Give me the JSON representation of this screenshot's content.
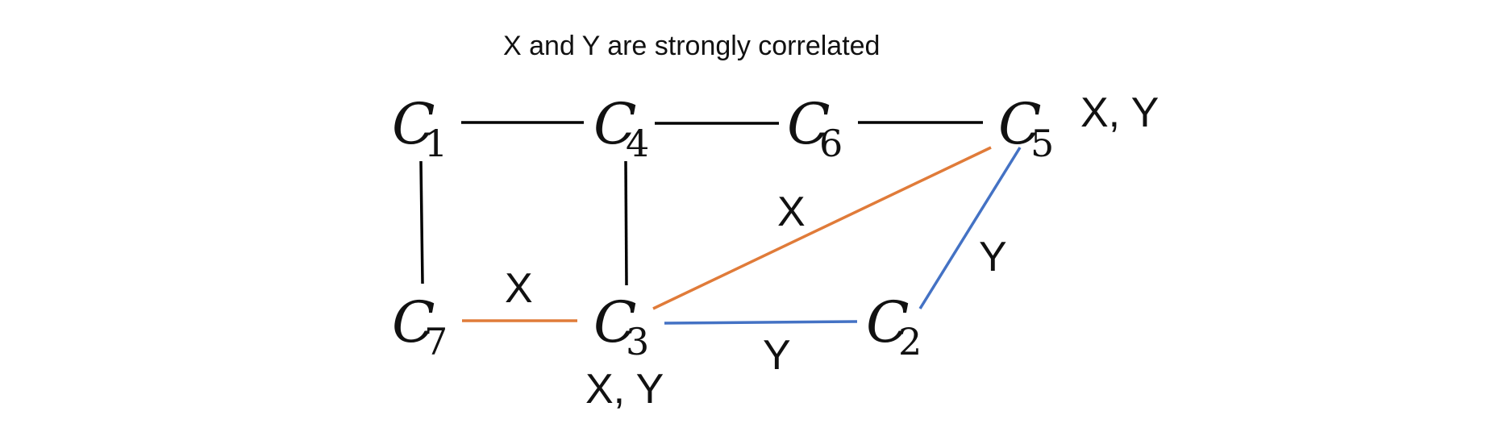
{
  "title": "X and Y are strongly correlated",
  "colors": {
    "plain": "#000000",
    "x_edge": "#E07B39",
    "y_edge": "#4472C4"
  },
  "nodes": {
    "c1": {
      "letter": "C",
      "sub": "1"
    },
    "c4": {
      "letter": "C",
      "sub": "4"
    },
    "c6": {
      "letter": "C",
      "sub": "6"
    },
    "c5": {
      "letter": "C",
      "sub": "5",
      "annotation": "X, Y"
    },
    "c7": {
      "letter": "C",
      "sub": "7"
    },
    "c3": {
      "letter": "C",
      "sub": "3",
      "annotation": "X, Y"
    },
    "c2": {
      "letter": "C",
      "sub": "2"
    }
  },
  "edge_labels": {
    "c7_c3": "X",
    "c3_c5": "X",
    "c3_c2": "Y",
    "c2_c5": "Y"
  },
  "edges": [
    {
      "from": "C1",
      "to": "C4",
      "kind": "plain"
    },
    {
      "from": "C4",
      "to": "C6",
      "kind": "plain"
    },
    {
      "from": "C6",
      "to": "C5",
      "kind": "plain"
    },
    {
      "from": "C1",
      "to": "C7",
      "kind": "plain"
    },
    {
      "from": "C4",
      "to": "C3",
      "kind": "plain"
    },
    {
      "from": "C7",
      "to": "C3",
      "kind": "x_edge",
      "label": "X"
    },
    {
      "from": "C3",
      "to": "C5",
      "kind": "x_edge",
      "label": "X"
    },
    {
      "from": "C3",
      "to": "C2",
      "kind": "y_edge",
      "label": "Y"
    },
    {
      "from": "C2",
      "to": "C5",
      "kind": "y_edge",
      "label": "Y"
    }
  ]
}
